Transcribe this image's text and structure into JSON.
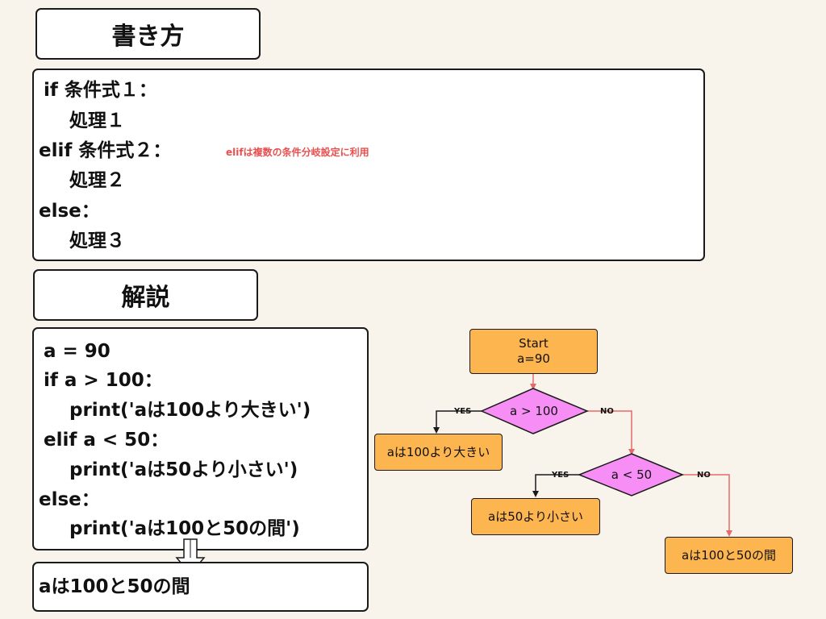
{
  "syntax": {
    "heading": "書き方",
    "lines": [
      "if 条件式１：",
      "処理１",
      "elif 条件式２：",
      "処理２",
      "else：",
      "処理３"
    ],
    "note": "elifは複数の条件分岐設定に利用"
  },
  "explanation": {
    "heading": "解説",
    "lines": [
      "a = 90",
      "if a > 100：",
      "print('aは100より大きい')",
      "elif a < 50：",
      "print('aは50より小さい')",
      "else：",
      "print('aは100と50の間')"
    ],
    "result": "aは100と50の間"
  },
  "flowchart": {
    "start_line1": "Start",
    "start_line2": "a=90",
    "decision1": "a > 100",
    "decision2": "a < 50",
    "yes_label": "YES",
    "no_label": "NO",
    "out_gt100": "aは100より大きい",
    "out_lt50": "aは50より小さい",
    "out_between": "aは100と50の間"
  },
  "colors": {
    "process": "#fdb550",
    "decision": "#f78ef5",
    "arrow_no": "#e56b6b",
    "note": "#e8504f",
    "background": "#f8f3eb"
  }
}
